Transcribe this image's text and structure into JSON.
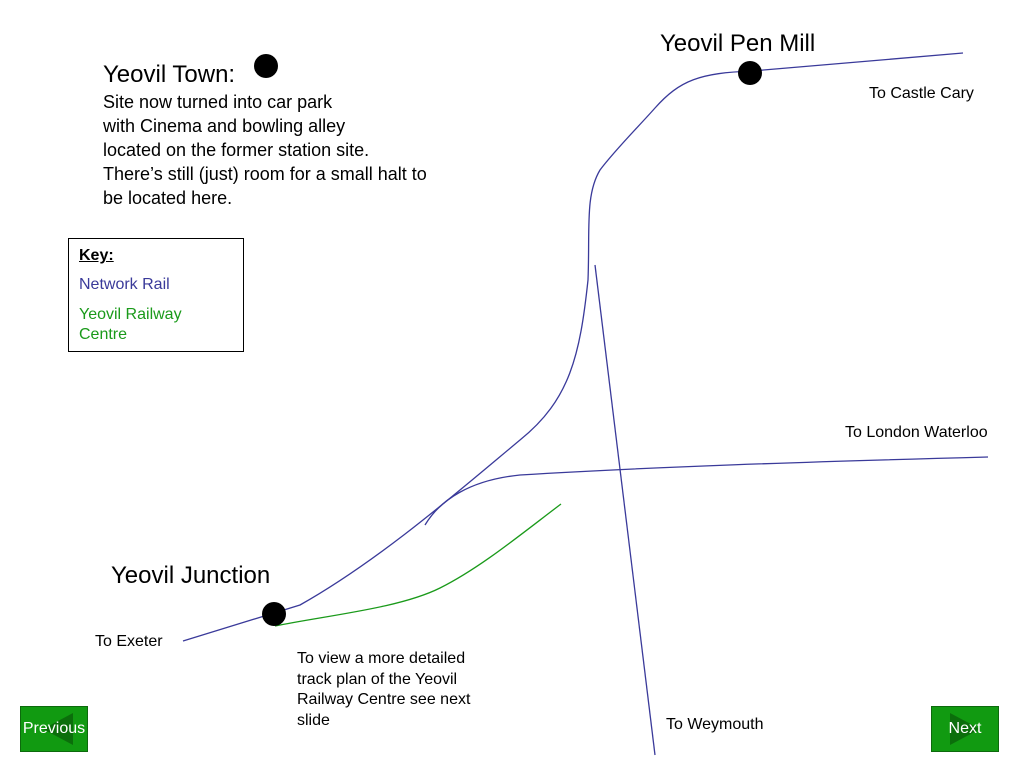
{
  "colors": {
    "network_rail": "#3a3a9a",
    "railway_centre": "#1a9a1a",
    "button_bg": "#119a11"
  },
  "stations": {
    "yeovil_town": {
      "title": "Yeovil Town:",
      "description_lines": [
        "Site now turned into car park",
        "with Cinema and bowling alley",
        "located on the former station site.",
        "There’s still (just) room for a small halt to",
        "be located here."
      ]
    },
    "yeovil_pen_mill": {
      "title": "Yeovil Pen Mill"
    },
    "yeovil_junction": {
      "title": "Yeovil Junction"
    }
  },
  "destinations": {
    "castle_cary": "To Castle Cary",
    "london_waterloo": "To London Waterloo",
    "exeter": "To Exeter",
    "weymouth": "To Weymouth"
  },
  "key": {
    "title": "Key:",
    "network_rail": "Network Rail",
    "railway_centre": "Yeovil Railway Centre"
  },
  "note_lines": [
    "To view a more detailed",
    "track plan of the Yeovil",
    "Railway Centre see next",
    "slide"
  ],
  "nav": {
    "previous": "Previous",
    "next": "Next"
  }
}
